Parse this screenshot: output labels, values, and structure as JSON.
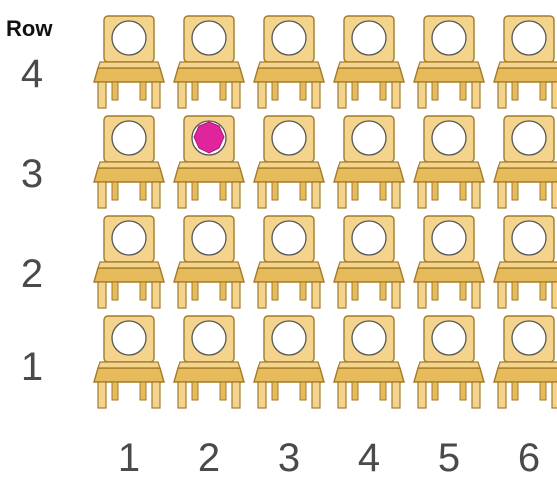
{
  "row_axis_title": "Row",
  "rows": [
    "4",
    "3",
    "2",
    "1"
  ],
  "columns": [
    "1",
    "2",
    "3",
    "4",
    "5",
    "6"
  ],
  "marked_seat": {
    "row": "3",
    "column": "2"
  },
  "colors": {
    "chair_fill": "#f4d48c",
    "chair_shade": "#e6bb5c",
    "chair_outline": "#a47a2a",
    "seat_circle": "#ffffff",
    "marker": "#e0259c",
    "label": "#4a4a4a"
  }
}
